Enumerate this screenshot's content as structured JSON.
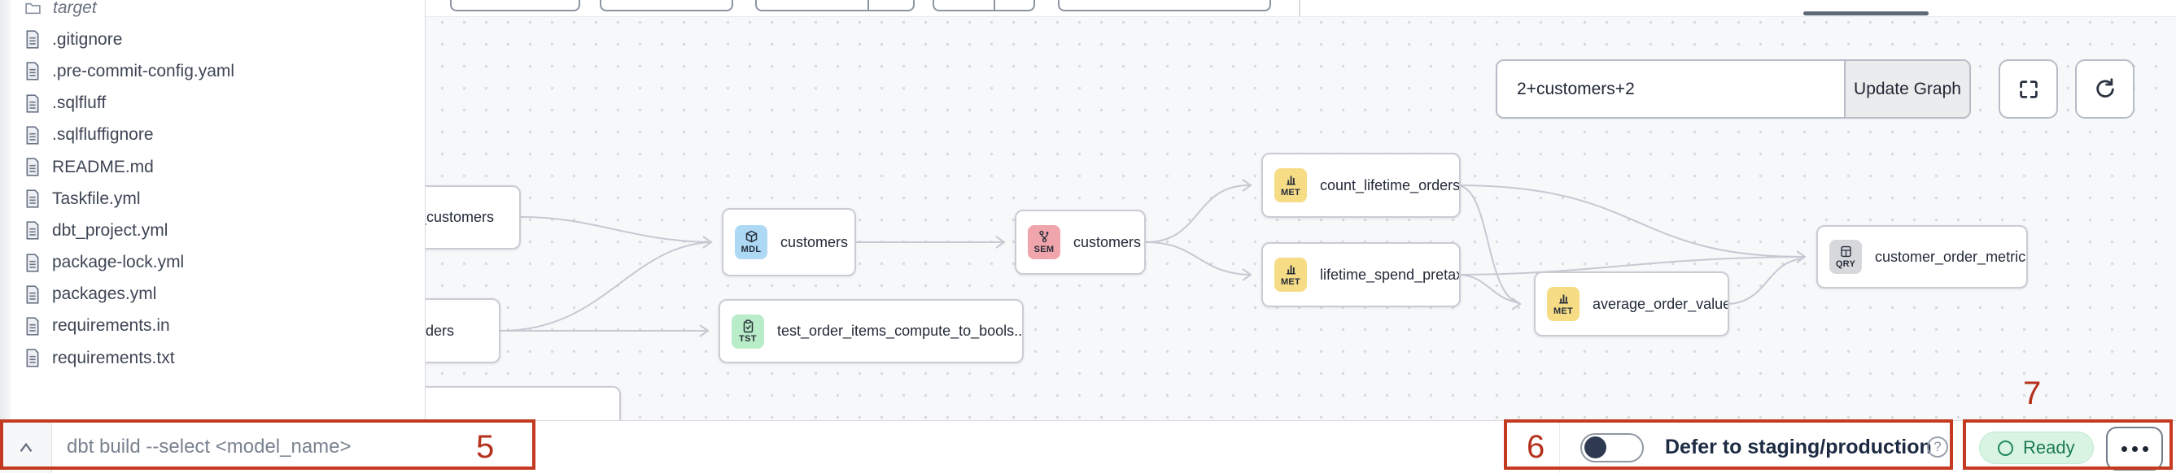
{
  "sidebar": {
    "files": [
      {
        "name": "target",
        "kind": "folder"
      },
      {
        "name": ".gitignore",
        "kind": "file"
      },
      {
        "name": ".pre-commit-config.yaml",
        "kind": "file"
      },
      {
        "name": ".sqlfluff",
        "kind": "file"
      },
      {
        "name": ".sqlfluffignore",
        "kind": "file"
      },
      {
        "name": "README.md",
        "kind": "file"
      },
      {
        "name": "Taskfile.yml",
        "kind": "file"
      },
      {
        "name": "dbt_project.yml",
        "kind": "file"
      },
      {
        "name": "package-lock.yml",
        "kind": "file"
      },
      {
        "name": "packages.yml",
        "kind": "file"
      },
      {
        "name": "requirements.in",
        "kind": "file"
      },
      {
        "name": "requirements.txt",
        "kind": "file"
      }
    ]
  },
  "canvas": {
    "toolbar": {
      "selector_value": "2+customers+2",
      "update_label": "Update Graph"
    },
    "nodes": [
      {
        "label": "stg_customers",
        "badge": "",
        "type": "model-cut"
      },
      {
        "label": "orders",
        "badge": "",
        "type": "model-cut"
      },
      {
        "label": "",
        "badge": "",
        "type": "hidden"
      },
      {
        "label": "customers",
        "badge": "MDL",
        "type": "model"
      },
      {
        "label": "test_order_items_compute_to_bools...",
        "badge": "TST",
        "type": "test"
      },
      {
        "label": "customers",
        "badge": "SEM",
        "type": "semantic-model"
      },
      {
        "label": "count_lifetime_orders",
        "badge": "MET",
        "type": "metric"
      },
      {
        "label": "lifetime_spend_pretax",
        "badge": "MET",
        "type": "metric"
      },
      {
        "label": "average_order_value",
        "badge": "MET",
        "type": "metric"
      },
      {
        "label": "customer_order_metrics",
        "badge": "QRY",
        "type": "saved-query"
      }
    ]
  },
  "bottom_bar": {
    "command_placeholder": "dbt build --select <model_name>",
    "defer_label": "Defer to staging/production",
    "status_label": "Ready"
  },
  "annotations": {
    "n5": "5",
    "n6": "6",
    "n7": "7"
  },
  "colors": {
    "annotation_red": "#c43a20",
    "badge_model": "#aed9f5",
    "badge_test": "#b9ecc8",
    "badge_semantic": "#f0a4ab",
    "badge_metric": "#f5dc85",
    "badge_query": "#d6d8db",
    "ready_bg": "#d9f4e2",
    "ready_text": "#1b7a4e",
    "toggle_knob": "#2e3a52",
    "canvas_bg": "#f7f8fa",
    "edge_gray": "#c5c9d1"
  }
}
